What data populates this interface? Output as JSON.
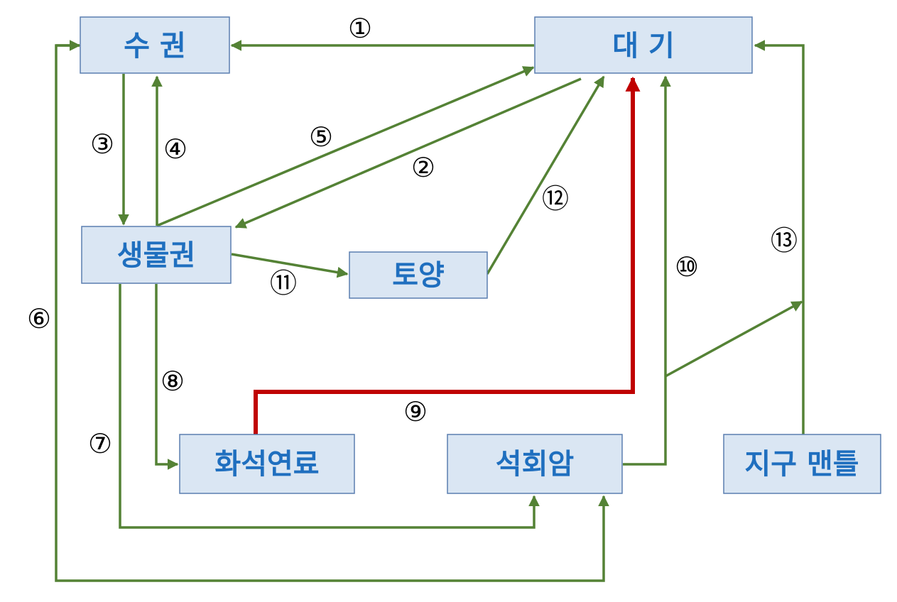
{
  "nodes": {
    "hydrosphere": "수 권",
    "atmosphere": "대 기",
    "biosphere": "생물권",
    "soil": "토양",
    "fossil_fuel": "화석연료",
    "limestone": "석회암",
    "mantle": "지구 맨틀"
  },
  "labels": {
    "n1": "①",
    "n2": "②",
    "n3": "③",
    "n4": "④",
    "n5": "⑤",
    "n6": "⑥",
    "n7": "⑦",
    "n8": "⑧",
    "n9": "⑨",
    "n10": "⑩",
    "n11": "⑪",
    "n12": "⑫",
    "n13": "⑬"
  },
  "colors": {
    "arrow_green": "#548235",
    "arrow_red": "#c00000",
    "box_fill": "#dae6f3",
    "text_blue": "#1f6fbf"
  }
}
